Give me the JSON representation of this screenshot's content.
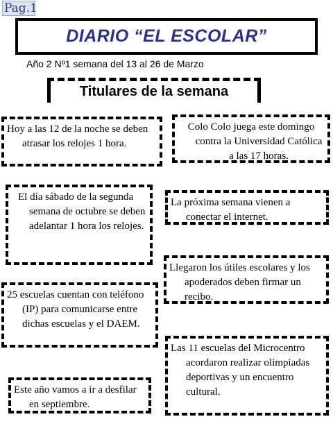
{
  "page_label": "Pag.1",
  "masthead": {
    "title": "DIARIO “EL ESCOLAR”",
    "subtitle": "Año 2 Nº1 semana del 13  al  26 de Marzo"
  },
  "section_title": "Titulares de la semana",
  "news": [
    "Hoy a las 12 de la noche se deben atrasar los relojes 1 hora.",
    "Colo Colo juega este domingo contra la Universidad Católica a las 17 horas.",
    "El día sábado de  la segunda semana de octubre se deben adelantar  1 hora los relojes.",
    "La próxima semana vienen a conectar el internet.",
    "Llegaron los útiles escolares y los apoderados deben firmar un recibo.",
    "25 escuelas cuentan con teléfono (IP) para comunicarse entre dichas escuelas y el DAEM.",
    "Las 11 escuelas del Microcentro acordaron realizar olimpiadas deportivas y un encuentro cultural.",
    "Este año vamos a ir a desfilar en septiembre."
  ]
}
